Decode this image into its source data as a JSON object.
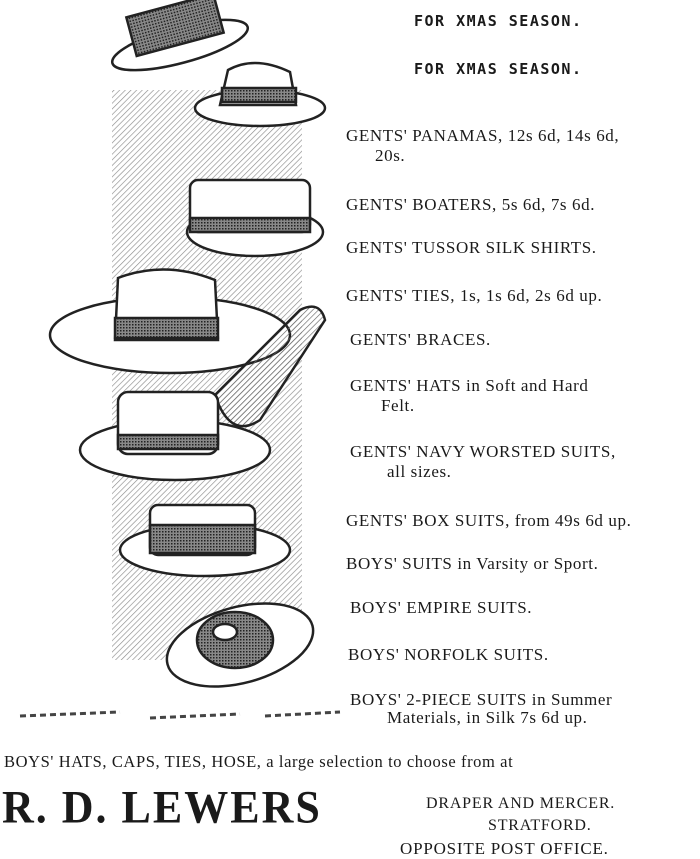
{
  "headings": [
    "FOR XMAS SEASON.",
    "FOR XMAS SEASON."
  ],
  "items": [
    {
      "line1": "GENTS' PANAMAS, 12s 6d, 14s 6d,",
      "line2": "20s."
    },
    {
      "line1": "GENTS' BOATERS, 5s 6d, 7s 6d."
    },
    {
      "line1": "GENTS' TUSSOR SILK SHIRTS."
    },
    {
      "line1": "GENTS' TIES, 1s, 1s 6d, 2s 6d up."
    },
    {
      "line1": "GENTS' BRACES."
    },
    {
      "line1": "GENTS' HATS in Soft  and  Hard",
      "line2": "Felt."
    },
    {
      "line1": "GENTS' NAVY WORSTED  SUITS,",
      "line2": "all sizes."
    },
    {
      "line1": "GENTS' BOX SUITS, from 49s 6d up."
    },
    {
      "line1": "BOYS' SUITS in Varsity or Sport."
    },
    {
      "line1": "BOYS' EMPIRE SUITS."
    },
    {
      "line1": "BOYS' NORFOLK SUITS."
    },
    {
      "line1": "BOYS' 2-PIECE SUITS  in  Summer",
      "line2": "Materials, in Silk 7s 6d up."
    }
  ],
  "footer_line": "BOYS' HATS, CAPS, TIES, HOSE, a large selection to  choose  from  at",
  "business_name": "R. D. LEWERS",
  "address": [
    "DRAPER AND MERCER.",
    "STRATFORD.",
    "OPPOSITE POST OFFICE."
  ]
}
